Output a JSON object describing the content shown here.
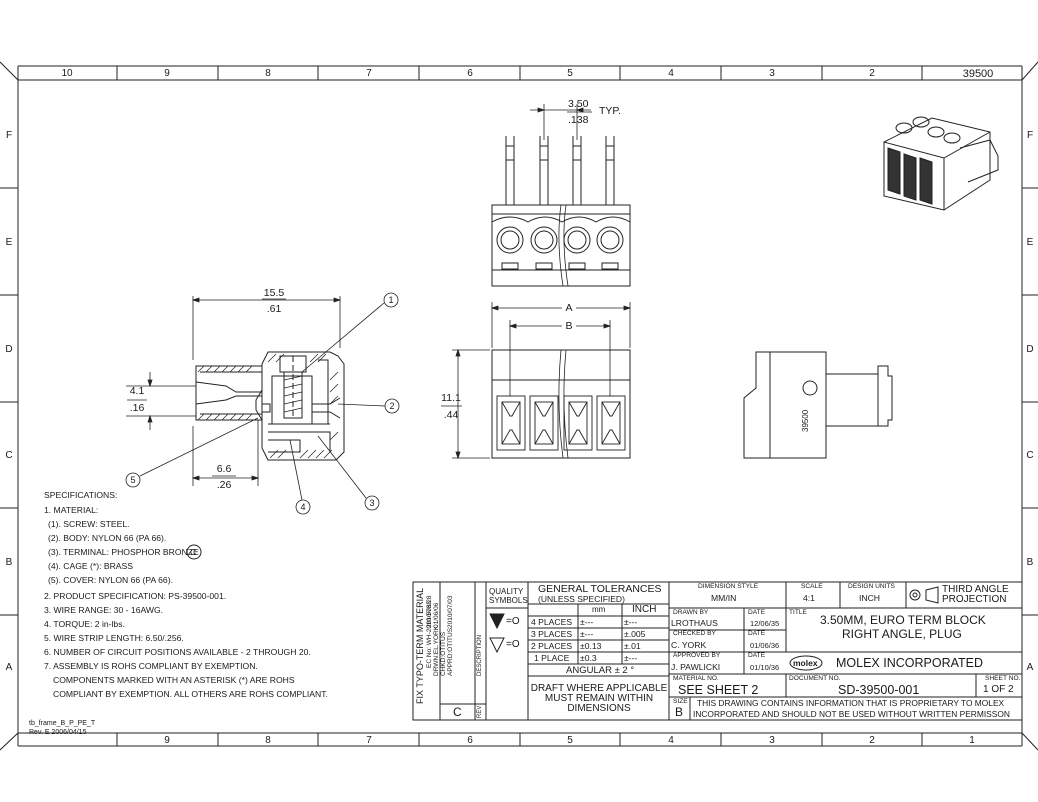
{
  "border": {
    "columns": [
      "10",
      "9",
      "8",
      "7",
      "6",
      "5",
      "4",
      "3",
      "2",
      "1"
    ],
    "rows": [
      "F",
      "E",
      "D",
      "C",
      "B",
      "A"
    ],
    "drawing_number_top": "39500",
    "template_id": "tb_frame_B_P_PE_T",
    "template_rev": "Rev. E 2006/04/15"
  },
  "dims": {
    "pitch_mm": "3.50",
    "pitch_in": ".138",
    "pitch_note": "TYP.",
    "length_mm": "15.5",
    "length_in": ".61",
    "height_mm": "4.1",
    "height_in": ".16",
    "strip_mm": "6.6",
    "strip_in": ".26",
    "body_h_mm": "11.1",
    "body_h_in": ".44",
    "dim_a": "A",
    "dim_b": "B"
  },
  "callouts": [
    "1",
    "2",
    "3",
    "4",
    "5"
  ],
  "part_marking": "39500",
  "specifications": {
    "title": "SPECIFICATIONS:",
    "lines": [
      "1. MATERIAL:",
      "(1). SCREW: STEEL.",
      "(2). BODY: NYLON 66 (PA 66).",
      "(3). TERMINAL: PHOSPHOR BRONZE",
      "(4). CAGE (*): BRASS",
      "(5). COVER: NYLON 66 (PA 66).",
      "2. PRODUCT SPECIFICATION: PS-39500-001.",
      "3. WIRE RANGE: 30 - 16AWG.",
      "4. TORQUE: 2 in-lbs.",
      "5. WIRE STRIP LENGTH: 6.50/.256.",
      "6. NUMBER OF CIRCUIT POSITIONS AVAILABLE - 2 THROUGH 20.",
      "7. ASSEMBLY IS ROHS COMPLIANT BY EXEMPTION.",
      "COMPONENTS MARKED WITH AN ASTERISK (*) ARE ROHS",
      "COMPLIANT BY EXEMPTION. ALL OTHERS ARE ROHS COMPLIANT."
    ],
    "rohs_mark": "C"
  },
  "revision_block": {
    "description": "FIX TYPO-TERM MATERIAL",
    "ec_no": "EC No: WH-2010-5733",
    "drwn": "DRWN:EL.YORK",
    "chkd": "CHKD:OTITUS",
    "apprd": "APPRD:OTITUS",
    "date1": "2010/06/28",
    "date2": "01/06/06",
    "date3": "2010/07/03",
    "rev_letter": "C",
    "rev_label": "REV",
    "description_label": "DESCRIPTION"
  },
  "quality": {
    "title": "QUALITY SYMBOLS",
    "sym1": "=O",
    "sym2": "=O"
  },
  "tolerances": {
    "title": "GENERAL TOLERANCES",
    "subtitle": "(UNLESS SPECIFIED)",
    "col_mm": "mm",
    "col_inch": "INCH",
    "rows": [
      {
        "label": "4 PLACES",
        "mm": "±---",
        "inch": "±---"
      },
      {
        "label": "3 PLACES",
        "mm": "±---",
        "inch": "±.005"
      },
      {
        "label": "2 PLACES",
        "mm": "±0.13",
        "inch": "±.01"
      },
      {
        "label": "1 PLACE",
        "mm": "±0.3",
        "inch": "±---"
      }
    ],
    "angular": "ANGULAR ± 2 °",
    "draft_note": "DRAFT WHERE APPLICABLE MUST REMAIN WITHIN DIMENSIONS"
  },
  "title_block": {
    "dimension_style_label": "DIMENSION STYLE",
    "dimension_style": "MM/IN",
    "scale_label": "SCALE",
    "scale": "4:1",
    "design_units_label": "DESIGN UNITS",
    "design_units": "INCH",
    "projection": "THIRD ANGLE PROJECTION",
    "drawn_by_label": "DRAWN BY",
    "drawn_by": "LROTHAUS",
    "drawn_date": "12/06/35",
    "checked_by_label": "CHECKED BY",
    "checked_by": "C. YORK",
    "checked_date": "01/06/36",
    "approved_by_label": "APPROVED BY",
    "approved_by": "J. PAWLICKI",
    "approved_date": "01/10/36",
    "date_label": "DATE",
    "title_label": "TITLE",
    "title_line1": "3.50MM, EURO TERM BLOCK",
    "title_line2": "RIGHT ANGLE, PLUG",
    "logo": "molex",
    "company": "MOLEX INCORPORATED",
    "material_no_label": "MATERIAL NO.",
    "material_no": "SEE SHEET 2",
    "document_no_label": "DOCUMENT NO.",
    "document_no": "SD-39500-001",
    "sheet_no_label": "SHEET NO.",
    "sheet_no": "1 OF 2",
    "size_label": "SIZE",
    "size": "B",
    "proprietary_line1": "THIS DRAWING CONTAINS INFORMATION THAT IS PROPRIETARY TO MOLEX",
    "proprietary_line2": "INCORPORATED AND SHOULD NOT BE USED WITHOUT WRITTEN PERMISSON"
  }
}
